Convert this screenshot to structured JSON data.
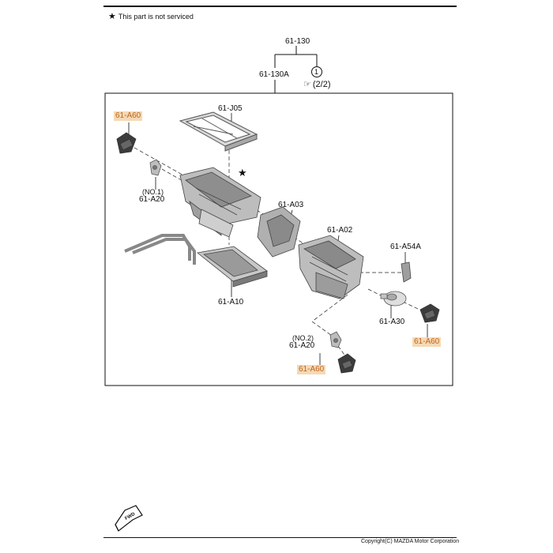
{
  "header": {
    "notice_symbol": "★",
    "notice_text": "This part is not serviced"
  },
  "assembly": {
    "top": "61-130",
    "sub": "61-130A",
    "ref_circle": "1",
    "ref_page": "(2/2)"
  },
  "labels": {
    "a60_top": "61-A60",
    "j05": "61-J05",
    "no1": "(NO.1)",
    "a20_1": "61-A20",
    "star": "★",
    "a03": "61-A03",
    "a02": "61-A02",
    "a54a": "61-A54A",
    "a10": "61-A10",
    "a30": "61-A30",
    "a60_right": "61-A60",
    "no2": "(NO.2)",
    "a20_2": "61-A20",
    "a60_bottom": "61-A60"
  },
  "footer": {
    "fwd": "FWD",
    "copyright": "Copyright(C) MAZDA Motor Corporation"
  },
  "colors": {
    "highlight_bg": "#f5d9b6",
    "highlight_text": "#c0661a",
    "part_gray": "#9a9a9a",
    "line": "#111111"
  }
}
